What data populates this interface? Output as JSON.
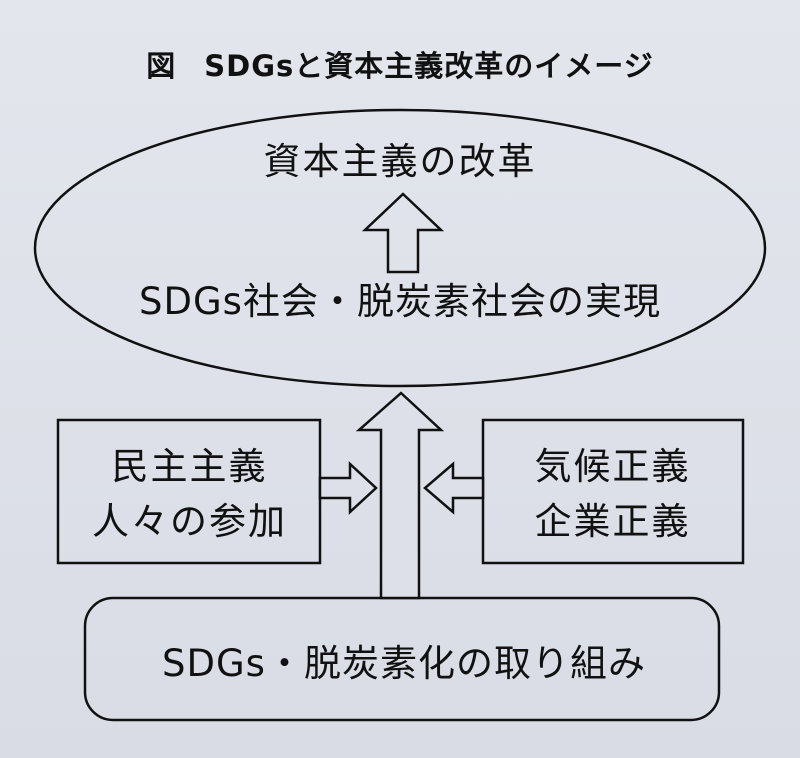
{
  "title": {
    "label": "図",
    "text": "SDGsと資本主義改革のイメージ"
  },
  "ellipse": {
    "top_text": "資本主義の改革",
    "bottom_text": "SDGs社会・脱炭素社会の実現"
  },
  "left_box": {
    "line1": "民主主義",
    "line2": "人々の参加"
  },
  "right_box": {
    "line1": "気候正義",
    "line2": "企業正義"
  },
  "bottom_box": {
    "text": "SDGs・脱炭素化の取り組み"
  }
}
